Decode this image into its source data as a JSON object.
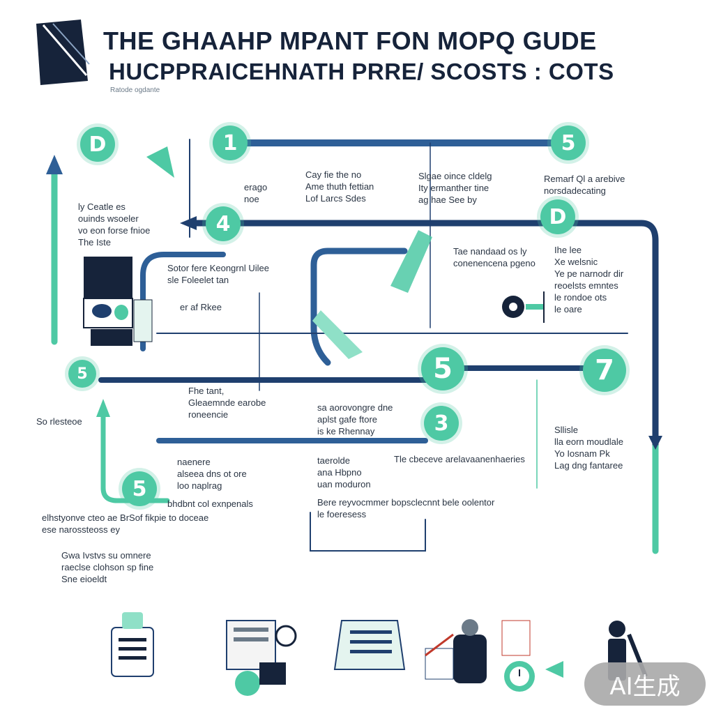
{
  "header": {
    "title_line1": "THE GHAAHP  MPANT FON  MOPQ GUDE",
    "title_line2": "HUCPPRAICEHNATH  PRRE/ SCOSTS : COTS",
    "subtitle": "Ratode ogdante"
  },
  "steps": [
    {
      "label": "1"
    },
    {
      "label": "5"
    },
    {
      "label": "D"
    },
    {
      "label": "4"
    },
    {
      "label": "D"
    },
    {
      "label": "5"
    },
    {
      "label": "7"
    },
    {
      "label": "3"
    },
    {
      "label": "5"
    },
    {
      "label": "5"
    }
  ],
  "notes": {
    "n1": "Cay fie the no\nAme thuth fettian\nLof Larcs Sdes",
    "n2": "Slgae oince cldelg\nIty ermanther tine\nag hae See by",
    "n3": "Remarf Ql a arebive\nnorsdadecating",
    "n4": "erago\nnoe",
    "n5": "ly Ceatle es\nouinds wsoeler\nvo eon forse fnioe\nThe Iste",
    "n6": "Tae nandaad os ly\nconenencena pgeno",
    "n7": "Ihe lee\nXe welsnic\nYe pe narnodr dir\nreoelsts emntes\nle rondoe ots\nle oare",
    "n8": "Sotor fere Keongrnl Uilee\nsle Foleelet tan",
    "n9": "er af Rkee",
    "n10": "Fhe tant,\nGleaemnde earobe\nroneencie",
    "n11": "sa aorovongre dne\naplst gafe ftore\nis ke Rhennay",
    "n12": "Sllisle\nlla eorn moudlale\nYo Iosnam Pk\nLag dng fantaree",
    "n13": "So rlesteoe",
    "n14": "naenere\nalseea dns ot ore\nloo naplrag",
    "n15": "taerolde\nana Hbpno\nuan moduron",
    "n16": "Tle cbeceve arelavaanenhaeries",
    "n17": "bhdbnt col exnpenals",
    "n18": "elhstyonve cteo ae BrSof fikpie to doceae\nese narossteoss ey",
    "n19": "Bere reyvocmmer bopsclecnnt bele oolentor\nle foeresess",
    "n20": "Gwa Ivstvs su omnere\nraeclse clohson sp fine\nSne eioeldt"
  },
  "badge": "AI生成",
  "colors": {
    "teal": "#4ec9a4",
    "navy": "#1f3f6e",
    "light_teal": "#8fe0c7"
  }
}
